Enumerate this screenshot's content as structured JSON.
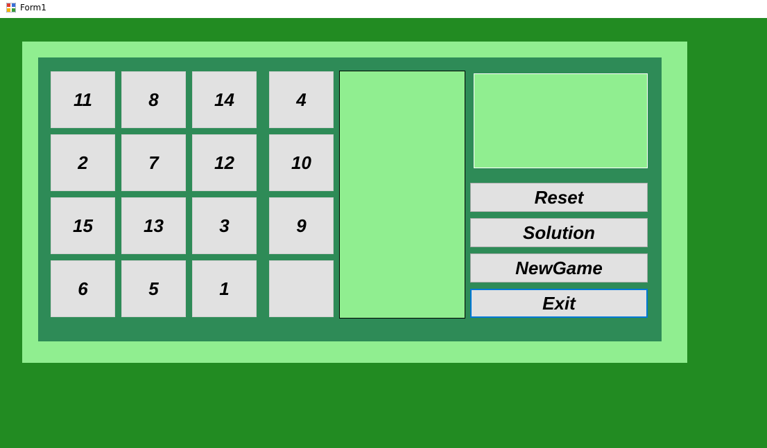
{
  "window": {
    "title": "Form1",
    "icon": "app-form-icon"
  },
  "board": {
    "tiles": [
      "11",
      "8",
      "14",
      "4",
      "2",
      "7",
      "12",
      "10",
      "15",
      "13",
      "3",
      "9",
      "6",
      "5",
      "1",
      ""
    ]
  },
  "buttons": {
    "reset": "Reset",
    "solution": "Solution",
    "newgame": "NewGame",
    "exit": "Exit"
  },
  "colors": {
    "background": "#228b22",
    "outer_panel": "#90ee90",
    "inner_panel": "#2e8b57",
    "tile": "#e1e1e1",
    "focus": "#0078d7"
  }
}
